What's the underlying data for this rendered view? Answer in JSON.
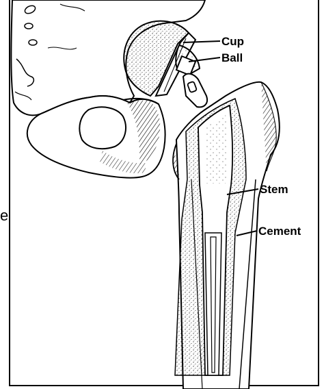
{
  "edge_letter": "e",
  "labels": {
    "cup": "Cup",
    "ball": "Ball",
    "stem": "Stem",
    "cement": "Cement"
  },
  "colors": {
    "line": "#000000",
    "background": "#ffffff"
  }
}
